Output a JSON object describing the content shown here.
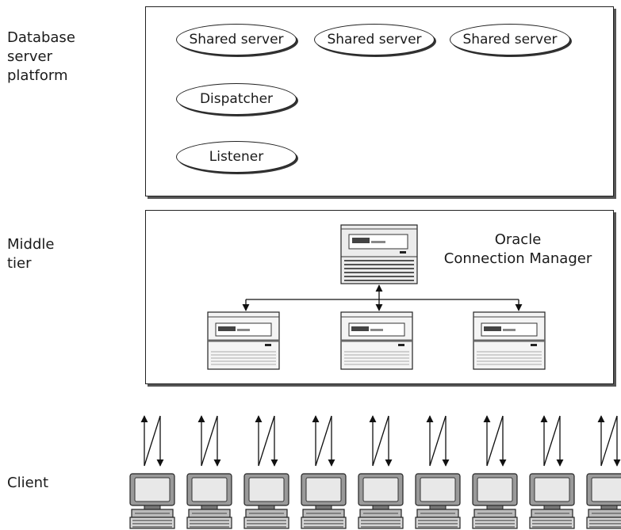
{
  "tiers": {
    "database": "Database\nserver\nplatform",
    "middle": "Middle\ntier",
    "client": "Client"
  },
  "database_box": {
    "shared_servers": [
      "Shared server",
      "Shared server",
      "Shared server"
    ],
    "dispatcher": "Dispatcher",
    "listener": "Listener"
  },
  "middle_box": {
    "connection_manager_line1": "Oracle",
    "connection_manager_line2": "Connection Manager"
  },
  "icons": {
    "server": "server-icon",
    "workstation": "workstation-icon"
  },
  "client_count": 9
}
